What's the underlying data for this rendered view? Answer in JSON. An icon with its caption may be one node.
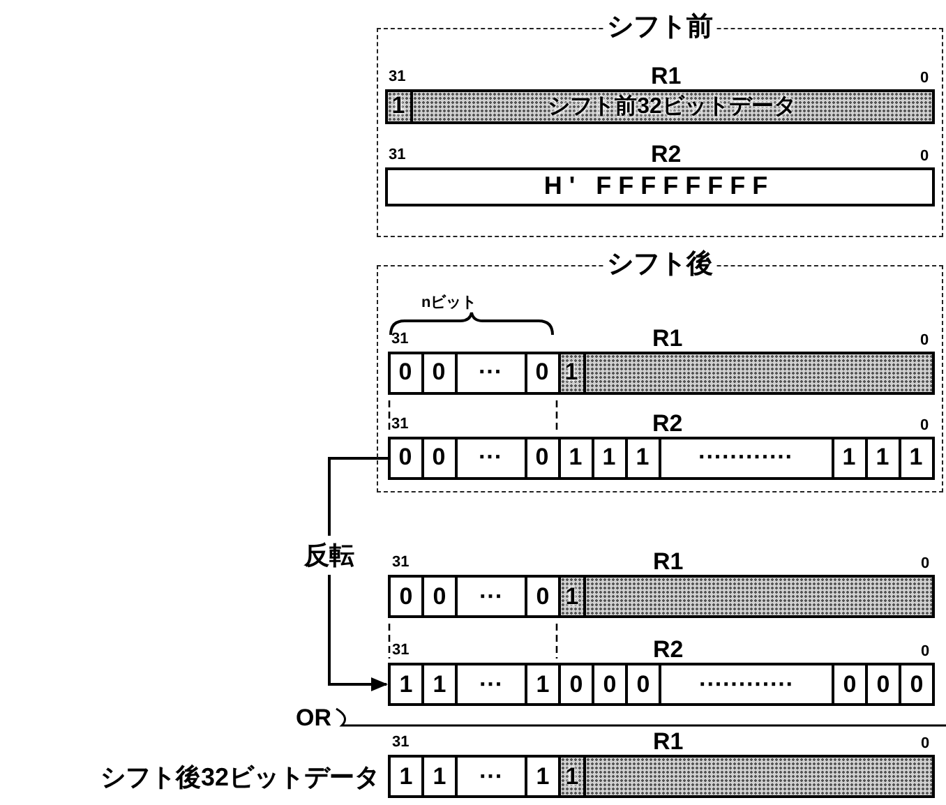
{
  "diagram": {
    "nodes": [
      {
        "text": [
          "シフト前"
        ]
      },
      {
        "text": [
          "1",
          "シフト前32ビットデータ"
        ],
        "in": 0,
        "beside": [
          "31",
          "R1",
          "0"
        ]
      },
      {
        "text": [
          "H' FFFFFFFF"
        ],
        "in": 0,
        "beside": [
          "31",
          "R2",
          "0"
        ]
      },
      {
        "text": [
          "シフト後"
        ]
      },
      {
        "text": [
          "0",
          "0",
          "···",
          "0",
          "1"
        ],
        "in": 3,
        "beside": [
          "31",
          "R1",
          "0"
        ]
      },
      {
        "text": [
          "0",
          "0",
          "···",
          "0",
          "1",
          "1",
          "1",
          "············",
          "1",
          "1",
          "1"
        ],
        "in": 3,
        "beside": [
          "31",
          "R2",
          "0"
        ]
      },
      {
        "text": [
          "0",
          "0",
          "···",
          "0",
          "1"
        ],
        "beside": [
          "31",
          "R1",
          "0"
        ]
      },
      {
        "text": [
          "1",
          "1",
          "···",
          "1",
          "0",
          "0",
          "0",
          "············",
          "0",
          "0",
          "0"
        ],
        "beside": [
          "31",
          "R2",
          "0"
        ]
      },
      {
        "text": [
          "1",
          "1",
          "···",
          "1",
          "1"
        ],
        "beside": [
          "シフト後32ビットデータ",
          "31",
          "R1",
          "0"
        ]
      }
    ],
    "edges": [
      {
        "from": 5,
        "to": 7,
        "arrow": "to",
        "label": "反転"
      }
    ],
    "labels": [
      "nビット",
      "OR"
    ]
  }
}
